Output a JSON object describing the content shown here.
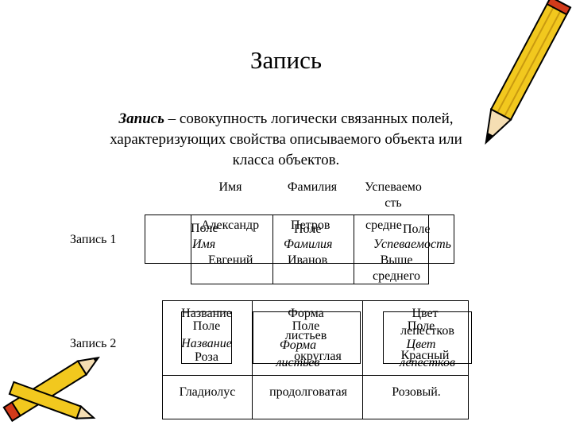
{
  "title": "Запись",
  "definition": {
    "term": "Запись",
    "text": " – совокупность логически связанных полей, характеризующих свойства описываемого объекта или класса объектов."
  },
  "table1": {
    "headers": [
      "Имя",
      "Фамилия",
      "Успеваемо сть"
    ],
    "record_label": "Запись 1",
    "row1": [
      "Александр",
      "Петров",
      "средне"
    ],
    "field_word": "Поле",
    "field_names": [
      "Имя",
      "Фамилия",
      "Успеваемость"
    ],
    "row2": [
      "Евгений",
      "Иванов",
      "Выше среднего"
    ]
  },
  "table2": {
    "headers": [
      "Название",
      "Форма",
      "Цвет"
    ],
    "record_label": "Запись 2",
    "field_word": "Поле",
    "field_names": [
      "Название",
      "Форма",
      "Цвет"
    ],
    "row1": [
      "Роза",
      "листьев",
      "лепестков"
    ],
    "row1b": [
      "",
      "округлая",
      "Красный"
    ],
    "field_suffix": [
      "",
      "листьев",
      "лепестков"
    ],
    "row_last": [
      "Гладиолус",
      "продолговатая",
      "Розовый."
    ]
  },
  "colors": {
    "pencil_yellow": "#f2c81e",
    "pencil_red": "#d23a1a",
    "accent": "#000000"
  }
}
